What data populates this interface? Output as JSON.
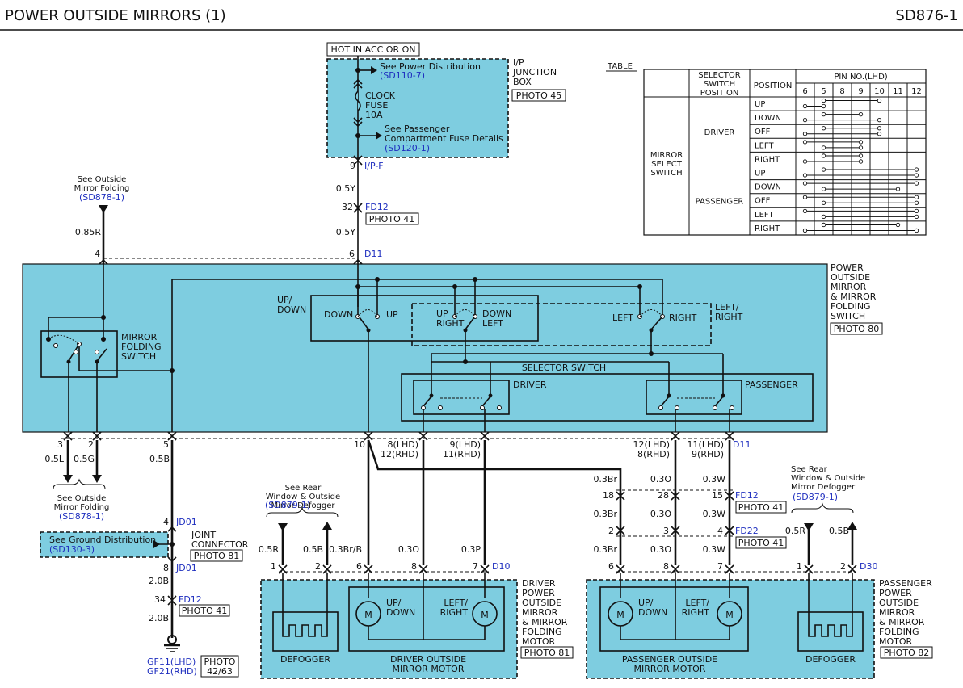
{
  "header": {
    "title": "POWER OUTSIDE MIRRORS (1)",
    "code": "SD876-1"
  },
  "colors": {
    "module_fill": "#7ecde0",
    "reference_blue": "#1f2fbf",
    "line": "#111111"
  },
  "top_supply": {
    "hot_label": "HOT IN ACC OR ON",
    "junction_box": {
      "name": "I/P\nJUNCTION\nBOX",
      "photo": "PHOTO 45"
    },
    "see_power": {
      "text": "See Power Distribution",
      "ref": "(SD110-7)"
    },
    "fuse": {
      "name": "CLOCK\nFUSE\n10A"
    },
    "see_passenger": {
      "text": "See Passenger\nCompartment Fuse Details",
      "ref": "(SD120-1)"
    },
    "pin_ipf": {
      "pin": "9",
      "connector": "I/P-F"
    },
    "wire_1": "0.5Y",
    "fd12": {
      "pin": "32",
      "connector": "FD12",
      "photo": "PHOTO 41"
    },
    "wire_2": "0.5Y",
    "d11_pin": {
      "pin": "6",
      "connector": "D11"
    }
  },
  "left_folding_ref": {
    "text": "See Outside\nMirror Folding",
    "ref": "(SD878-1)",
    "wire": "0.85R",
    "pin": "4"
  },
  "switch_module": {
    "name": "POWER\nOUTSIDE\nMIRROR\n& MIRROR\nFOLDING\nSWITCH",
    "photo": "PHOTO 80",
    "mirror_folding_switch": "MIRROR\nFOLDING\nSWITCH",
    "up_down_label": "UP/\nDOWN",
    "down": "DOWN",
    "up": "UP",
    "up_right": "UP\nRIGHT",
    "down_left": "DOWN\nLEFT",
    "left": "LEFT",
    "right": "RIGHT",
    "left_right_label": "LEFT/\nRIGHT",
    "selector_switch": "SELECTOR SWITCH",
    "driver": "DRIVER",
    "passenger": "PASSENGER"
  },
  "table": {
    "caption": "TABLE",
    "headers": {
      "selector": "SELECTOR\nSWITCH\nPOSITION",
      "position": "POSITION",
      "pin_no": "PIN NO.(LHD)"
    },
    "pins": [
      "6",
      "5",
      "8",
      "9",
      "10",
      "11",
      "12"
    ],
    "row_label": "MIRROR\nSELECT\nSWITCH",
    "groups": [
      {
        "name": "DRIVER",
        "positions": [
          "UP",
          "DOWN",
          "OFF",
          "LEFT",
          "RIGHT"
        ]
      },
      {
        "name": "PASSENGER",
        "positions": [
          "UP",
          "DOWN",
          "OFF",
          "LEFT",
          "RIGHT"
        ]
      }
    ]
  },
  "lower_pins": {
    "p3": {
      "pin": "3",
      "wire": "0.5L"
    },
    "p2": {
      "pin": "2",
      "wire": "0.5G"
    },
    "p5": {
      "pin": "5",
      "wire": "0.5B"
    },
    "p10": {
      "pin": "10"
    },
    "p8": {
      "pin": "8(LHD)\n12(RHD)"
    },
    "p9": {
      "pin": "9(LHD)\n11(RHD)"
    },
    "p12": {
      "pin": "12(LHD)\n8(RHD)"
    },
    "p11": {
      "pin": "11(LHD)\n9(RHD)",
      "connector": "D11"
    }
  },
  "bottom_folding_ref": {
    "text": "See Outside\nMirror Folding",
    "ref": "(SD878-1)"
  },
  "ground": {
    "jd01_top": {
      "pin": "4",
      "connector": "JD01"
    },
    "joint_connector": {
      "name": "JOINT\nCONNECTOR",
      "photo": "PHOTO 81"
    },
    "see_ground": {
      "text": "See Ground Distribution",
      "ref": "(SD130-3)"
    },
    "jd01_bottom": {
      "pin": "8",
      "connector": "JD01"
    },
    "wire_1": "2.0B",
    "fd12": {
      "pin": "34",
      "connector": "FD12",
      "photo": "PHOTO 41"
    },
    "wire_2": "2.0B",
    "gf": "GF11(LHD)\nGF21(RHD)",
    "photo": "PHOTO\n42/63"
  },
  "driver_motor": {
    "defogger_ref": {
      "text": "See Rear\nWindow & Outside\nMirror Defogger",
      "ref": "(SD879-1)"
    },
    "wires": {
      "w1": "0.5R",
      "w2": "0.5B",
      "w3": "0.3Br/B",
      "w4": "0.3O",
      "w5": "0.3P"
    },
    "pins": {
      "p1": "1",
      "p2": "2",
      "p6": "6",
      "p8": "8",
      "p7": "7",
      "connector": "D10"
    },
    "name": "DRIVER\nPOWER\nOUTSIDE\nMIRROR\n& MIRROR\nFOLDING\nMOTOR",
    "photo": "PHOTO 81",
    "defogger": "DEFOGGER",
    "motor_label": "DRIVER OUTSIDE\nMIRROR MOTOR",
    "up_down": "UP/\nDOWN",
    "left_right": "LEFT/\nRIGHT",
    "m": "M"
  },
  "passenger_path": {
    "wires_a": {
      "w1": "0.3Br",
      "w2": "0.3O",
      "w3": "0.3W"
    },
    "fd12": {
      "p1": "18",
      "p2": "28",
      "p3": "15",
      "connector": "FD12",
      "photo": "PHOTO 41"
    },
    "wires_b": {
      "w1": "0.3Br",
      "w2": "0.3O",
      "w3": "0.3W"
    },
    "fd22": {
      "p1": "2",
      "p2": "3",
      "p3": "4",
      "connector": "FD22",
      "photo": "PHOTO 41"
    },
    "wires_c": {
      "w1": "0.3Br",
      "w2": "0.3O",
      "w3": "0.3W"
    }
  },
  "passenger_motor": {
    "defogger_ref": {
      "text": "See Rear\nWindow & Outside\nMirror Defogger",
      "ref": "(SD879-1)"
    },
    "wires": {
      "w1": "0.5R",
      "w2": "0.5B"
    },
    "pins": {
      "p6": "6",
      "p8": "8",
      "p7": "7",
      "p1": "1",
      "p2": "2",
      "connector": "D30"
    },
    "name": "PASSENGER\nPOWER\nOUTSIDE\nMIRROR\n& MIRROR\nFOLDING\nMOTOR",
    "photo": "PHOTO 82",
    "defogger": "DEFOGGER",
    "motor_label": "PASSENGER OUTSIDE\nMIRROR MOTOR",
    "up_down": "UP/\nDOWN",
    "left_right": "LEFT/\nRIGHT",
    "m": "M"
  }
}
